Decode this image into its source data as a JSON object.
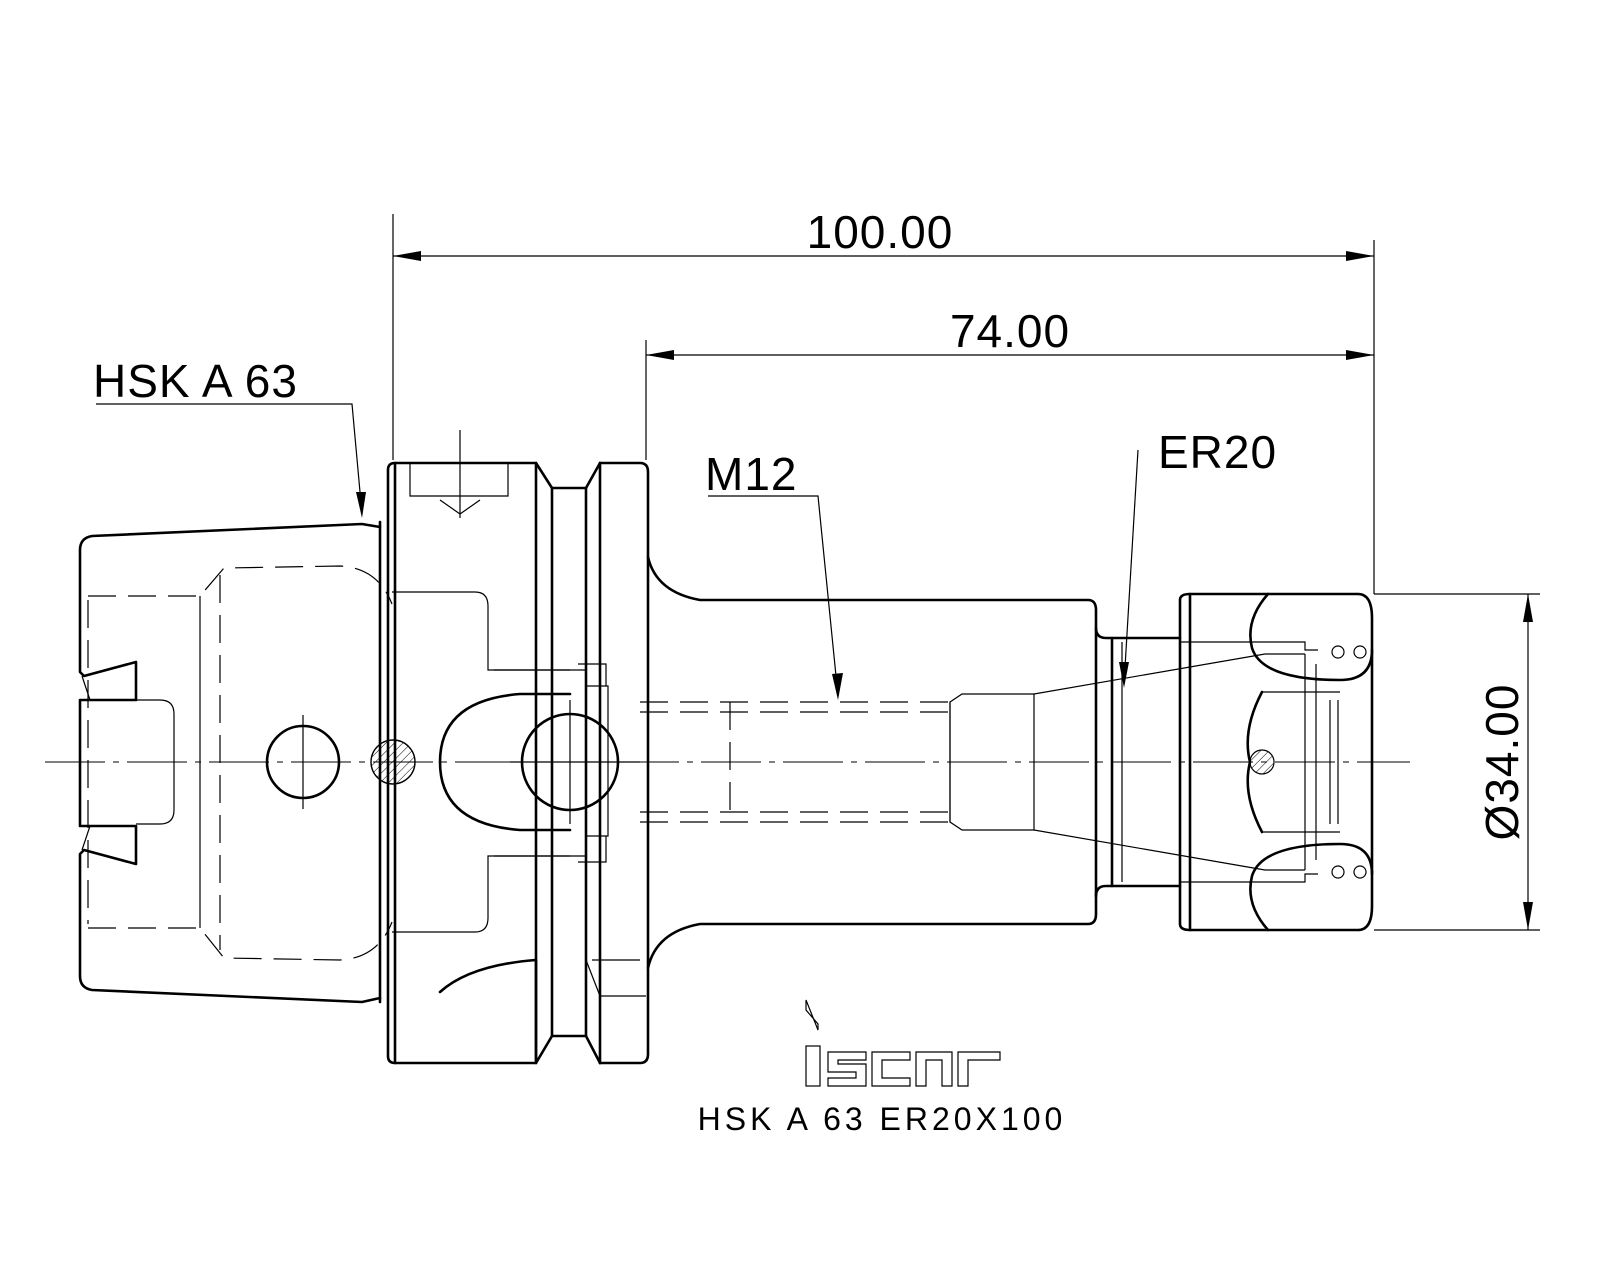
{
  "dimensions": {
    "overall_length": "100.00",
    "gauge_length": "74.00",
    "nut_diameter": "Ø34.00"
  },
  "callouts": {
    "shank": "HSK  A  63",
    "thread": "M12",
    "collet": "ER20"
  },
  "title_block": {
    "logo_text": "iscar",
    "part_name": "HSK  A  63  ER20X100"
  }
}
